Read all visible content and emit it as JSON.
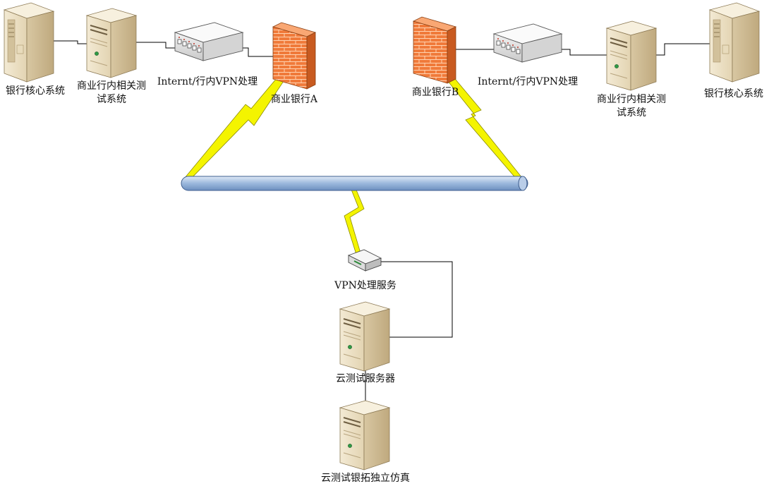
{
  "nodes": {
    "core_left": {
      "label": "银行核心系统",
      "icon": "tower-server-icon"
    },
    "test_left": {
      "label": "商业行内相关测试系统",
      "icon": "server-icon"
    },
    "switch_left": {
      "label": "Internt/行内VPN处理",
      "icon": "network-switch-icon"
    },
    "fw_a": {
      "label": "商业银行A",
      "icon": "firewall-icon"
    },
    "fw_b": {
      "label": "商业银行B",
      "icon": "firewall-icon"
    },
    "switch_right": {
      "label": "Internt/行内VPN处理",
      "icon": "network-switch-icon"
    },
    "test_right": {
      "label": "商业行内相关测试系统",
      "icon": "server-icon"
    },
    "core_right": {
      "label": "银行核心系统",
      "icon": "tower-server-icon"
    },
    "vpn": {
      "label": "VPN处理服务",
      "icon": "router-icon"
    },
    "cloud": {
      "label": "云测试服务器",
      "icon": "server-icon"
    },
    "sim": {
      "label": "云测试银拓独立仿真",
      "icon": "server-icon"
    }
  },
  "colors": {
    "bus": "#9bb8dc",
    "bus_edge": "#3f5f8f",
    "lightning": "#f4f400",
    "lightning_edge": "#9a9a00",
    "firewall": "#f07a3a",
    "server": "#e8dcc0",
    "line": "#000000"
  }
}
